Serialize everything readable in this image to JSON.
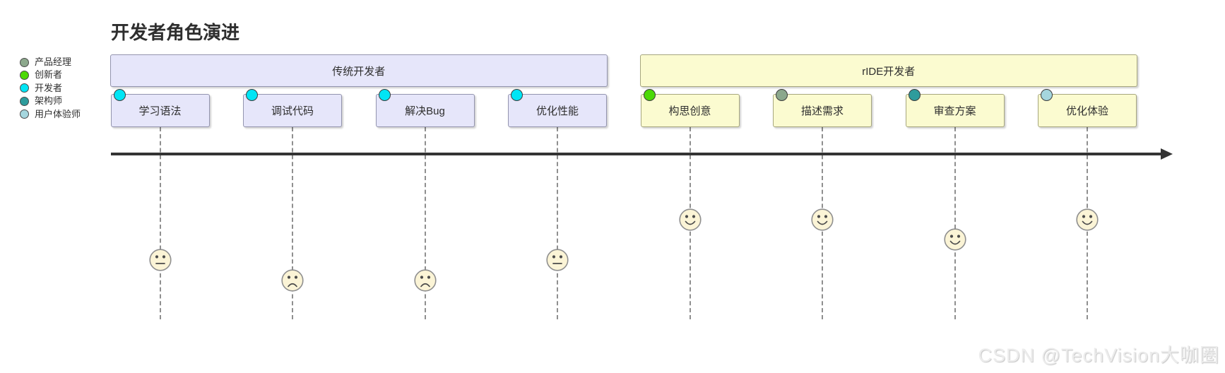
{
  "title": "开发者角色演进",
  "legend": {
    "actors": [
      {
        "name": "产品经理",
        "color": "#8CA88C"
      },
      {
        "name": "创新者",
        "color": "#4CD906"
      },
      {
        "name": "开发者",
        "color": "#00E5F5"
      },
      {
        "name": "架构师",
        "color": "#2E9C9C"
      },
      {
        "name": "用户体验师",
        "color": "#A5D6DE"
      }
    ]
  },
  "timeline": {
    "sections": [
      {
        "label": "传统开发者",
        "fill": "#E6E6FA",
        "tasks": [
          {
            "label": "学习语法",
            "actor": "开发者",
            "dot_color": "#00E5F5",
            "score": 3,
            "face": "neutral"
          },
          {
            "label": "调试代码",
            "actor": "开发者",
            "dot_color": "#00E5F5",
            "score": 2,
            "face": "sad"
          },
          {
            "label": "解决Bug",
            "actor": "开发者",
            "dot_color": "#00E5F5",
            "score": 2,
            "face": "sad"
          },
          {
            "label": "优化性能",
            "actor": "开发者",
            "dot_color": "#00E5F5",
            "score": 3,
            "face": "neutral"
          }
        ]
      },
      {
        "label": "rIDE开发者",
        "fill": "#FBFBD0",
        "tasks": [
          {
            "label": "构思创意",
            "actor": "创新者",
            "dot_color": "#4CD906",
            "score": 5,
            "face": "happy"
          },
          {
            "label": "描述需求",
            "actor": "产品经理",
            "dot_color": "#8CA88C",
            "score": 5,
            "face": "happy"
          },
          {
            "label": "审查方案",
            "actor": "架构师",
            "dot_color": "#2E9C9C",
            "score": 4,
            "face": "happy"
          },
          {
            "label": "优化体验",
            "actor": "用户体验师",
            "dot_color": "#A5D6DE",
            "score": 5,
            "face": "happy"
          }
        ]
      }
    ],
    "axis_color": "#333333"
  },
  "watermark": "CSDN @TechVision大咖圈"
}
